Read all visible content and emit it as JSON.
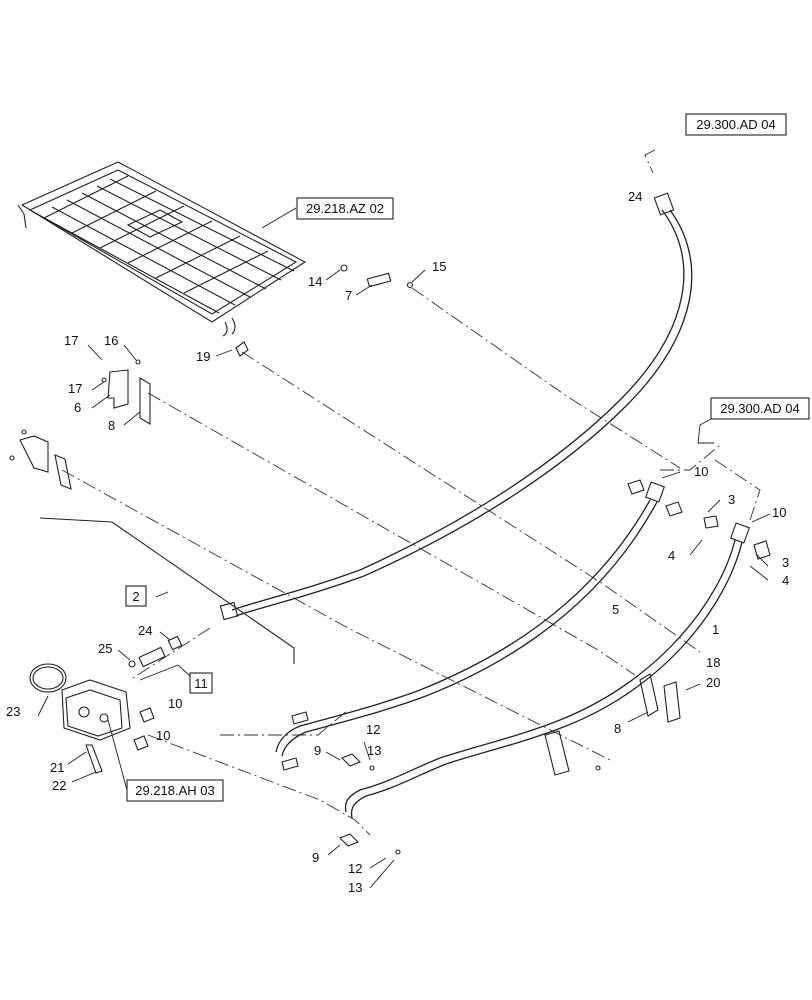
{
  "title": "",
  "references": {
    "ref_az02": "29.218.AZ 02",
    "ref_ad04_top": "29.300.AD 04",
    "ref_ad04_mid": "29.300.AD 04",
    "ref_ah03": "29.218.AH 03"
  },
  "boxed_callouts": {
    "c2": "2",
    "c11": "11"
  },
  "callouts": {
    "c24_top": "24",
    "c14": "14",
    "c15": "15",
    "c7": "7",
    "c17_a": "17",
    "c16": "16",
    "c17_b": "17",
    "c6": "6",
    "c8_left": "8",
    "c19": "19",
    "c10_top": "10",
    "c3_a": "3",
    "c10_right": "10",
    "c4_a": "4",
    "c3_b": "3",
    "c4_b": "4",
    "c5": "5",
    "c1": "1",
    "c24_mid": "24",
    "c25": "25",
    "c23": "23",
    "c10_a": "10",
    "c10_b": "10",
    "c18": "18",
    "c20": "20",
    "c8_right": "8",
    "c12_a": "12",
    "c9_a": "9",
    "c13_a": "13",
    "c21": "21",
    "c22": "22",
    "c9_b": "9",
    "c12_b": "12",
    "c13_b": "13"
  }
}
